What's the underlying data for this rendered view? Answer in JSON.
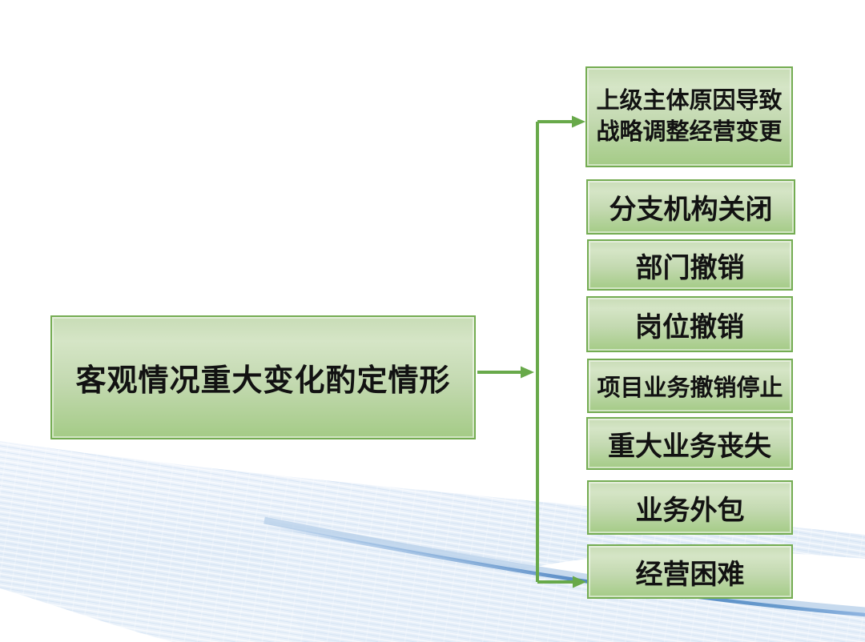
{
  "root_box": {
    "label": "客观情况重大变化酌定情形"
  },
  "branch_boxes": [
    {
      "label": "上级主体原因导致",
      "label2": "战略调整经营变更"
    },
    {
      "label": "分支机构关闭"
    },
    {
      "label": "部门撤销"
    },
    {
      "label": "岗位撤销"
    },
    {
      "label": "项目业务撤销停止"
    },
    {
      "label": "重大业务丧失"
    },
    {
      "label": "业务外包"
    },
    {
      "label": "经营困难"
    }
  ],
  "colors": {
    "connector": "#68a94a",
    "box_border": "#74ac52",
    "box_fill_top": "#d5e5c6",
    "box_fill_bottom": "#a4cb86",
    "text": "#121212",
    "wave_light": "#e3edf8",
    "wave_edge_dark": "#4f85c2"
  }
}
